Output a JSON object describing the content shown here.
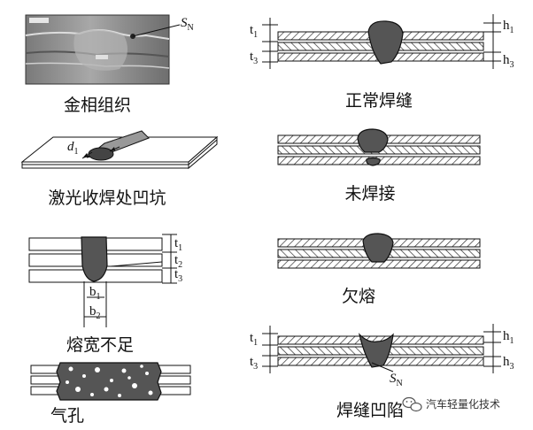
{
  "panels": {
    "micro": {
      "caption": "金相组织",
      "label": "S",
      "label_sub": "N"
    },
    "crater": {
      "caption": "激光收焊处凹坑",
      "label": "d",
      "label_sub": "1"
    },
    "narrow": {
      "caption": "熔宽不足",
      "t1": "t",
      "t1_sub": "1",
      "t2": "t",
      "t2_sub": "2",
      "t3": "t",
      "t3_sub": "3",
      "b1": "b",
      "b1_sub": "1",
      "b2": "b",
      "b2_sub": "2"
    },
    "porosity": {
      "caption": "气孔"
    },
    "normal": {
      "caption": "正常焊缝",
      "t1": "t",
      "t1_sub": "1",
      "t3": "t",
      "t3_sub": "3",
      "h1": "h",
      "h1_sub": "1",
      "h3": "h",
      "h3_sub": "3"
    },
    "unwelded": {
      "caption": "未焊接"
    },
    "underfill": {
      "caption": "欠熔"
    },
    "sag": {
      "caption": "焊缝凹陷",
      "t1": "t",
      "t1_sub": "1",
      "t3": "t",
      "t3_sub": "3",
      "h1": "h",
      "h1_sub": "1",
      "h3": "h",
      "h3_sub": "3",
      "label": "S",
      "label_sub": "N"
    }
  },
  "watermark": {
    "icon": "wechat-icon",
    "text": "汽车轻量化技术"
  }
}
